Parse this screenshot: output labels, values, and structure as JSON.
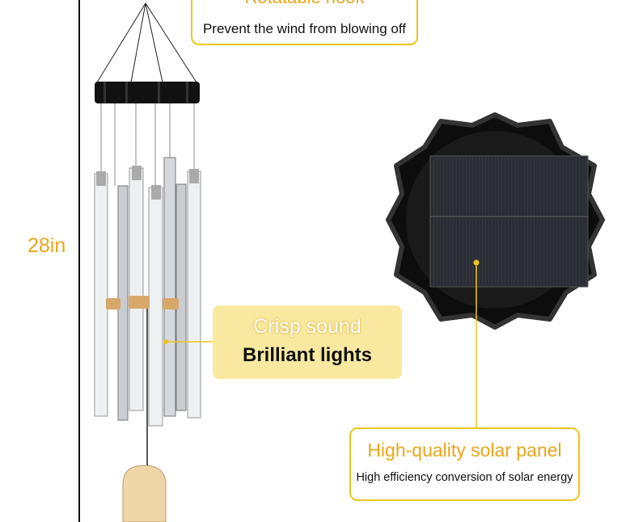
{
  "dimension": {
    "height_label": "28in"
  },
  "hook_callout": {
    "title": "Rotatable hook",
    "subtitle": "Prevent the wind from blowing off"
  },
  "sound_callout": {
    "title": "Crisp sound",
    "subtitle": "Brilliant lights"
  },
  "solar_callout": {
    "title": "High-quality solar panel",
    "subtitle": "High efficiency conversion of solar energy"
  },
  "colors": {
    "accent": "#e9a61c",
    "border": "#eec51d",
    "callout_fill": "#f9e9a0"
  }
}
